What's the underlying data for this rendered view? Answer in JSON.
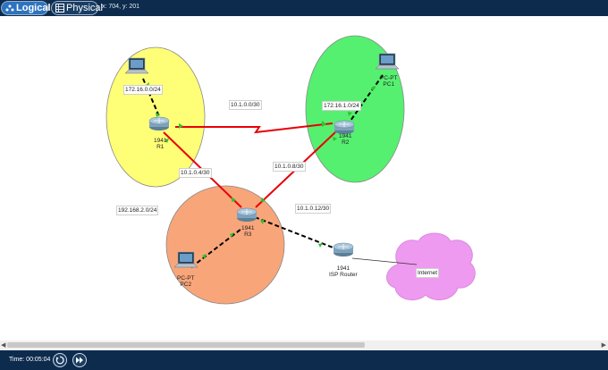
{
  "tabs": {
    "logical_label": "Logical",
    "physical_label": "Physical"
  },
  "cursor_coords": "x: 704, y: 201",
  "networks": {
    "net_r1_lan": "172.16.0.0/24",
    "net_r2_lan": "172.16.1.0/24",
    "net_r3_lan": "192.168.2.0/24",
    "net_r1_r2": "10.1.0.0/30",
    "net_r1_r3": "10.1.0.4/30",
    "net_r2_r3": "10.1.0.8/30",
    "net_r3_isp": "10.1.0.12/30"
  },
  "devices": {
    "r1": {
      "model": "1941",
      "name": "R1"
    },
    "r2": {
      "model": "1941",
      "name": "R2"
    },
    "r3": {
      "model": "1941",
      "name": "R3"
    },
    "isp": {
      "model": "1941",
      "name": "ISP Router"
    },
    "pc1": {
      "model": "PC-PT",
      "name": "PC1"
    },
    "pc2": {
      "model": "PC-PT",
      "name": "PC2"
    },
    "internet": {
      "name": "Internet"
    }
  },
  "colors": {
    "r1_area": "#ffff77",
    "r2_area": "#55f070",
    "r3_area": "#f9a57a",
    "cloud": "#ee9af0",
    "serial_link": "#e8000a",
    "port_up": "#2fc22f"
  },
  "timebar": {
    "time_label": "Time: 00:05:04"
  }
}
